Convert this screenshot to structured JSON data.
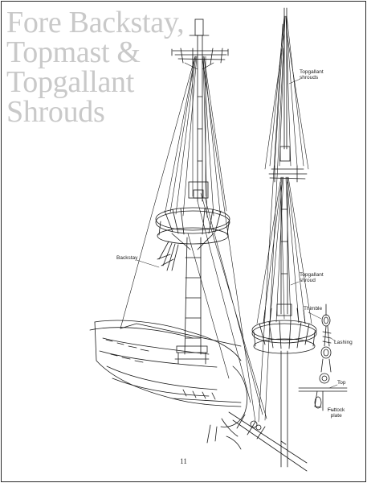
{
  "page": {
    "title_lines": [
      "Fore Backstay,",
      "Topmast &",
      "Topgallant",
      "Shrouds"
    ],
    "page_number": "11"
  },
  "labels": {
    "topgallant_shrouds_top": [
      "Topgallant",
      "shrouds"
    ],
    "backstay": "Backstay",
    "topgallant_shroud": [
      "Topgallant",
      "shroud"
    ],
    "thimble": "Thimble",
    "lashing": "Lashing",
    "top": "Top",
    "futtock_plate": [
      "Futtock",
      "plate"
    ]
  }
}
